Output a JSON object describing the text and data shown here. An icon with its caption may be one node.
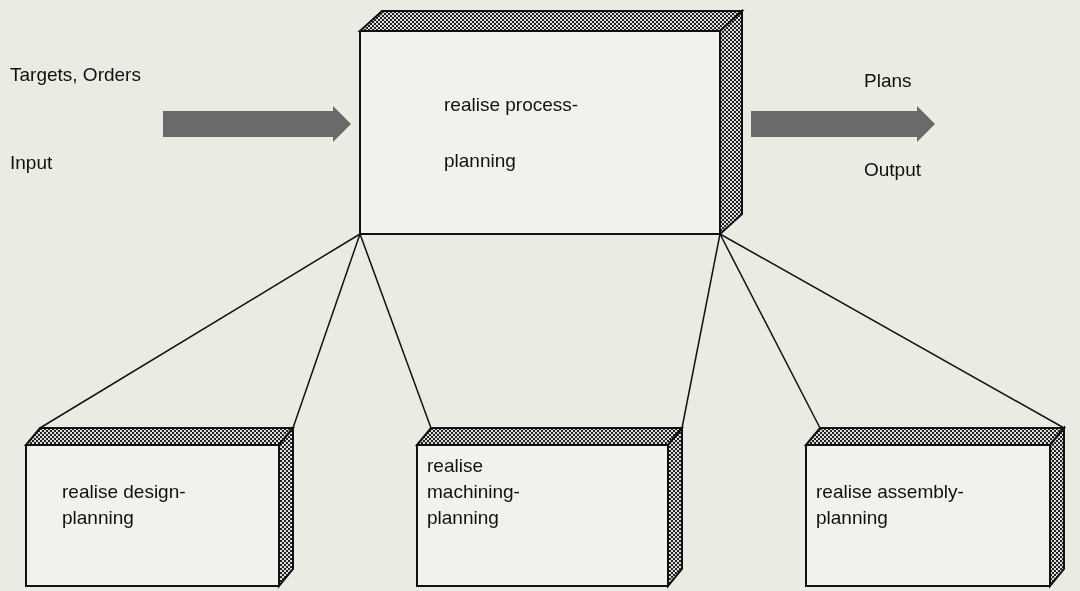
{
  "diagram": {
    "nodes": [
      {
        "text": [
          "realise process-planning"
        ]
      },
      {
        "text": [
          "realise design-planning"
        ]
      },
      {
        "text": [
          "realise machining-planning"
        ]
      },
      {
        "text": [
          "realise assembly-planning"
        ]
      }
    ],
    "edges": [
      {
        "from": null,
        "to": 0,
        "arrow": "to",
        "style": "thick"
      },
      {
        "from": 0,
        "to": null,
        "arrow": "to",
        "style": "thick"
      },
      {
        "from": 0,
        "to": 1,
        "arrow": "none"
      },
      {
        "from": 0,
        "to": 1,
        "arrow": "none"
      },
      {
        "from": 0,
        "to": 2,
        "arrow": "none"
      },
      {
        "from": 0,
        "to": 2,
        "arrow": "none"
      },
      {
        "from": 0,
        "to": 3,
        "arrow": "none"
      },
      {
        "from": 0,
        "to": 3,
        "arrow": "none"
      }
    ],
    "labels": [
      "Targets, Orders",
      "Plans",
      "Input",
      "Output"
    ]
  }
}
